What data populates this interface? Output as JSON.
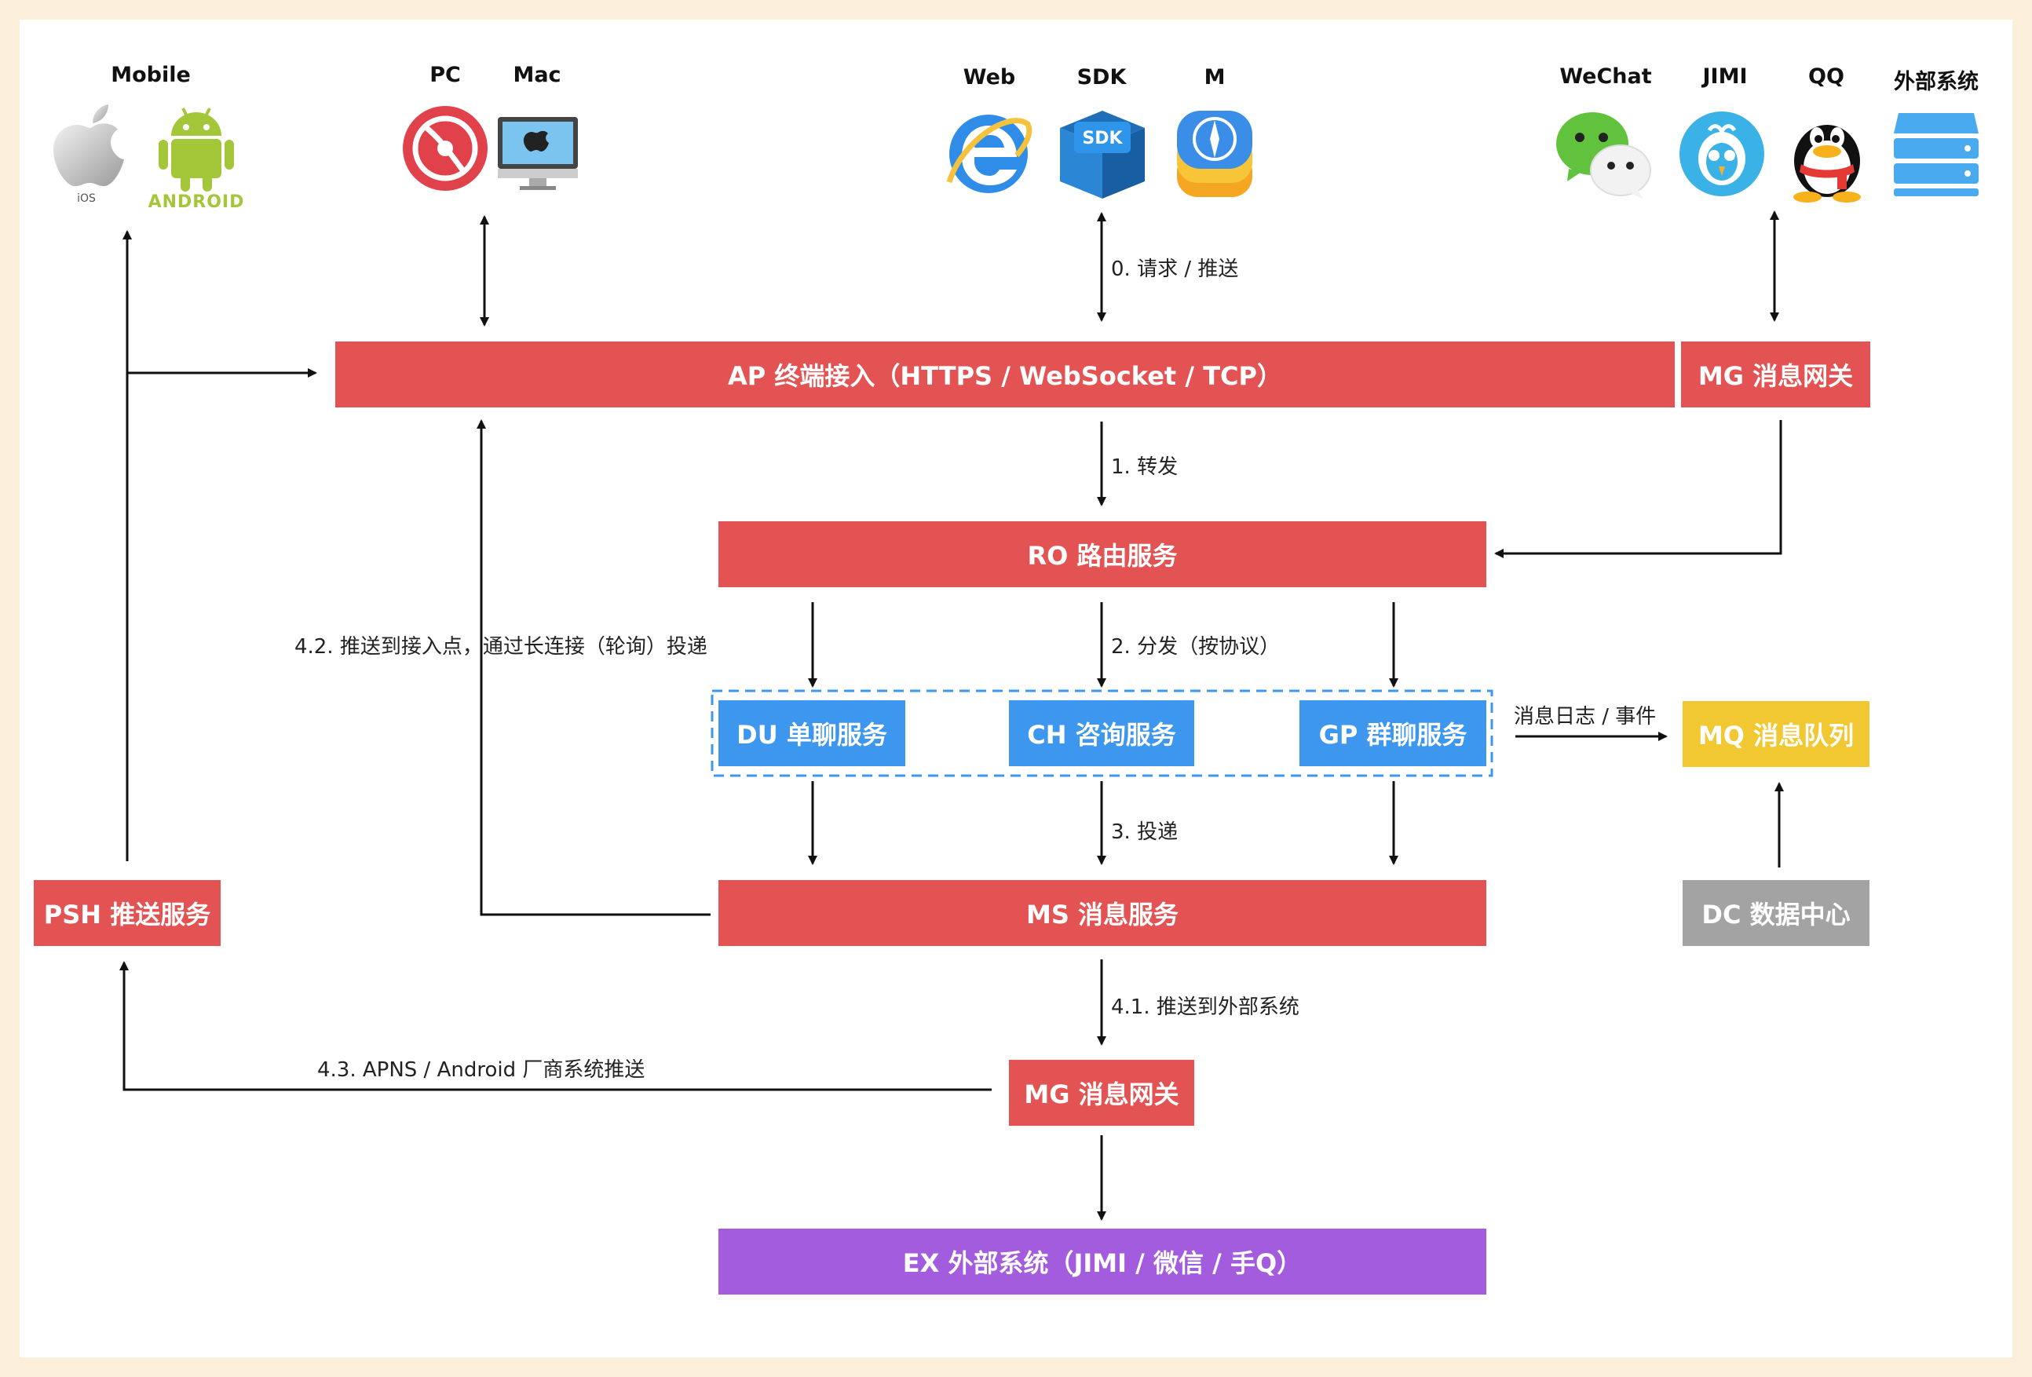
{
  "clients": {
    "mobile": "Mobile",
    "pc": "PC",
    "mac": "Mac",
    "web": "Web",
    "sdk": "SDK",
    "m": "M",
    "wechat": "WeChat",
    "jimi": "JIMI",
    "qq": "QQ",
    "external": "外部系统"
  },
  "icon_text": {
    "ios": "iOS",
    "android": "ANDROID",
    "sdk": "SDK"
  },
  "icons": [
    "apple-icon",
    "android-icon",
    "pc-client-icon",
    "mac-icon",
    "ie-icon",
    "sdk-box-icon",
    "m-app-icon",
    "wechat-icon",
    "jimi-icon",
    "qq-icon",
    "server-icon"
  ],
  "nodes": {
    "ap": "AP 终端接入（HTTPS / WebSocket / TCP）",
    "mg_top": "MG 消息网关",
    "ro": "RO 路由服务",
    "du": "DU 单聊服务",
    "ch": "CH 咨询服务",
    "gp": "GP 群聊服务",
    "mq": "MQ 消息队列",
    "ms": "MS 消息服务",
    "psh": "PSH 推送服务",
    "dc": "DC 数据中心",
    "mg_bottom": "MG 消息网关",
    "ex": "EX 外部系统（JIMI / 微信 / 手Q）"
  },
  "edges": {
    "request_push": "0. 请求 / 推送",
    "forward": "1. 转发",
    "dispatch": "2. 分发（按协议）",
    "deliver": "3. 投递",
    "push_external": "4.1. 推送到外部系统",
    "push_access": "4.2. 推送到接入点，通过长连接（轮询）投递",
    "push_vendor": "4.3. APNS / Android 厂商系统推送",
    "log_event": "消息日志 / 事件"
  },
  "colors": {
    "background": "#fbefd9",
    "red": "#e45353",
    "blue": "#3e97ee",
    "yellow": "#f2c832",
    "gray": "#a3a3a3",
    "purple": "#a35cdd"
  }
}
